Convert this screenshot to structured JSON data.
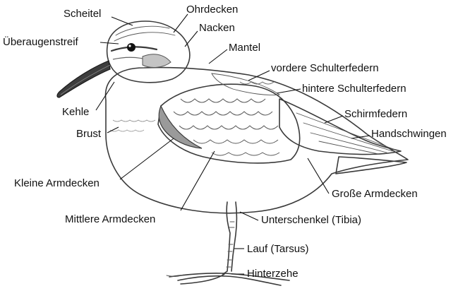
{
  "labels": {
    "scheitel": "Scheitel",
    "ohrdecken": "Ohrdecken",
    "ueberaugenstreif": "Überaugenstreif",
    "nacken": "Nacken",
    "mantel": "Mantel",
    "vordere_schulterfedern": "vordere Schulterfedern",
    "hintere_schulterfedern": "hintere Schulterfedern",
    "kehle": "Kehle",
    "schirmfedern": "Schirmfedern",
    "brust": "Brust",
    "handschwingen": "Handschwingen",
    "kleine_armdecken": "Kleine Armdecken",
    "grosse_armdecken": "Große Armdecken",
    "mittlere_armdecken": "Mittlere Armdecken",
    "unterschenkel": "Unterschenkel (Tibia)",
    "lauf": "Lauf (Tarsus)",
    "hinterzehe": "Hinterzehe"
  },
  "colors": {
    "ink": "#3a3a3a",
    "plumage_light": "#ededed",
    "plumage_mid": "#c9c9c9",
    "plumage_dark": "#8f8f8f",
    "bill": "#3d3d3d"
  }
}
